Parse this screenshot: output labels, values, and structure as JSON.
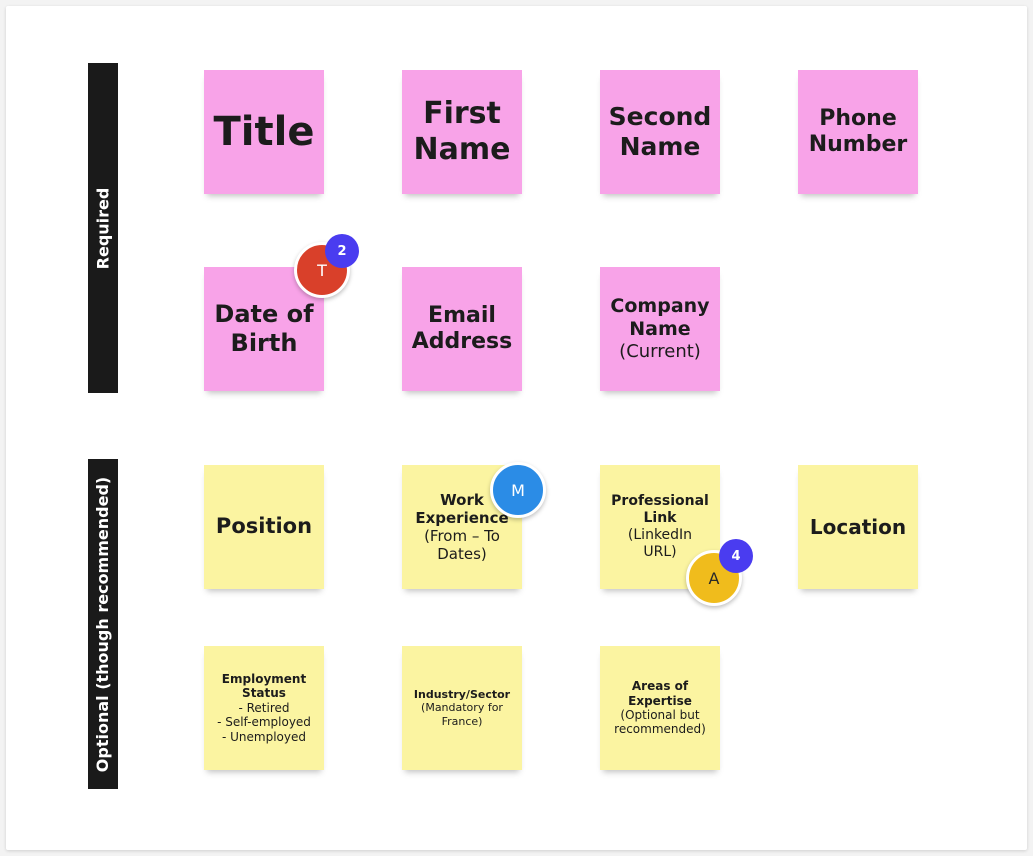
{
  "sections": {
    "required_label": "Required",
    "optional_label": "Optional (though recommended)"
  },
  "notes": {
    "title": [
      "Title"
    ],
    "first_name": [
      "First",
      "Name"
    ],
    "second_name": [
      "Second",
      "Name"
    ],
    "phone_number": [
      "Phone",
      "Number"
    ],
    "date_of_birth": [
      "Date of",
      "Birth"
    ],
    "email_address": [
      "Email",
      "Address"
    ],
    "company_name": {
      "bold": [
        "Company",
        "Name"
      ],
      "normal": [
        "(Current)"
      ]
    },
    "position": [
      "Position"
    ],
    "work_experience": {
      "bold": [
        "Work",
        "Experience"
      ],
      "normal": [
        "(From – To",
        "Dates)"
      ]
    },
    "professional_link": {
      "bold": [
        "Professional",
        "Link"
      ],
      "normal": [
        "(LinkedIn",
        "URL)"
      ]
    },
    "location": [
      "Location"
    ],
    "employment_status": {
      "bold": [
        "Employment",
        "Status"
      ],
      "normal": [
        "- Retired",
        "- Self-employed",
        "- Unemployed"
      ]
    },
    "industry_sector": {
      "bold": [
        "Industry/Sector"
      ],
      "normal": [
        "(Mandatory for",
        "France)"
      ]
    },
    "areas_of_expertise": {
      "bold": [
        "Areas of",
        "Expertise"
      ],
      "normal": [
        "(Optional but",
        "recommended)"
      ]
    }
  },
  "collaborators": [
    {
      "initial": "T",
      "color": "#d9402a",
      "badge": "2"
    },
    {
      "initial": "M",
      "color": "#2b8ce6",
      "badge": ""
    },
    {
      "initial": "A",
      "color": "#f0bc1c",
      "badge": "4"
    }
  ],
  "colors": {
    "required_note": "#f8a3e8",
    "optional_note": "#fbf4a1",
    "label_band": "#1a1a1a",
    "badge": "#4a3cf0"
  }
}
